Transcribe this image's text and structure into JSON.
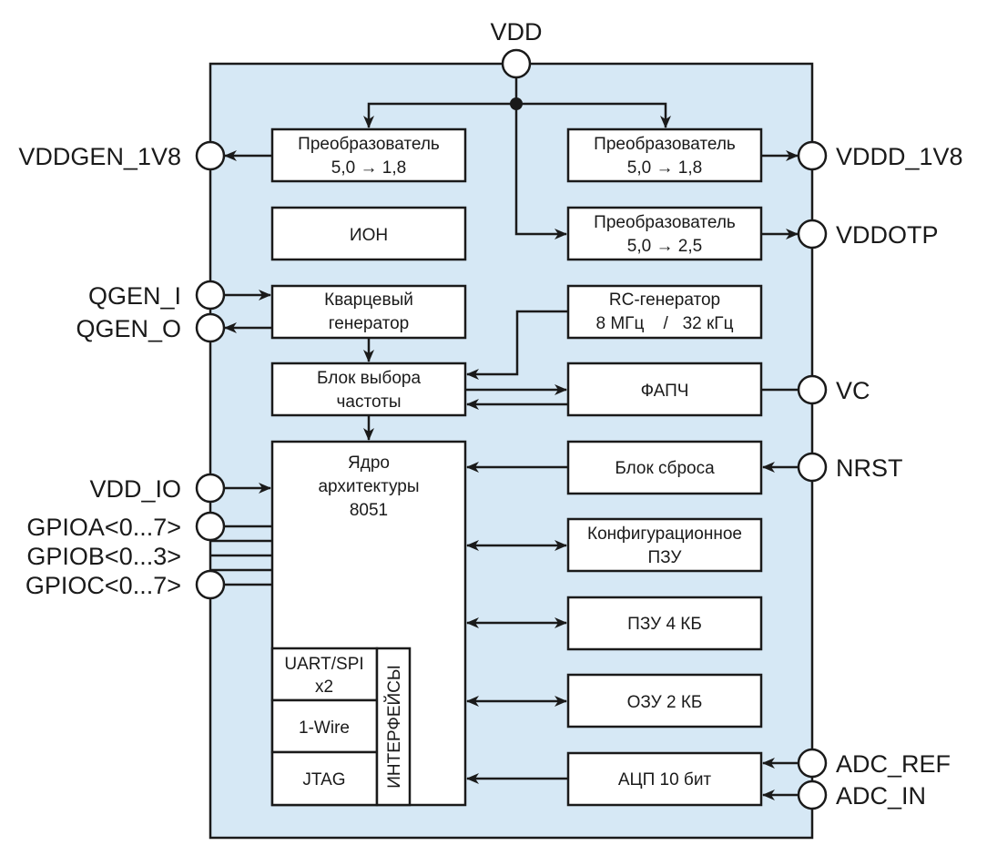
{
  "diagram": {
    "title_pin": "VDD",
    "colors": {
      "chip_fill": "#d6e8f5",
      "block_fill": "#ffffff",
      "line": "#1a1a1a"
    },
    "blocks": {
      "conv_gen": {
        "line1": "Преобразователь",
        "line2": "5,0 → 1,8"
      },
      "ion": {
        "line1": "ИОН"
      },
      "quartz": {
        "line1": "Кварцевый",
        "line2": "генератор"
      },
      "freq_select": {
        "line1": "Блок выбора",
        "line2": "частоты"
      },
      "core": {
        "line1": "Ядро",
        "line2": "архитектуры",
        "line3": "8051"
      },
      "conv_d": {
        "line1": "Преобразователь",
        "line2": "5,0 → 1,8"
      },
      "conv_otp": {
        "line1": "Преобразователь",
        "line2": "5,0 → 2,5"
      },
      "rc_gen": {
        "line1": "RC-генератор",
        "line2": "8 МГц    /   32 кГц"
      },
      "pll": {
        "line1": "ФАПЧ"
      },
      "reset": {
        "line1": "Блок сброса"
      },
      "config_rom": {
        "line1": "Конфигурационное",
        "line2": "ПЗУ"
      },
      "rom": {
        "line1": "ПЗУ 4 КБ"
      },
      "ram": {
        "line1": "ОЗУ 2 КБ"
      },
      "adc": {
        "line1": "АЦП 10 бит"
      }
    },
    "interfaces": {
      "label": "ИНТЕРФЕЙСЫ",
      "items": [
        {
          "line1": "UART/SPI",
          "line2": "x2"
        },
        {
          "line1": "1-Wire"
        },
        {
          "line1": "JTAG"
        }
      ]
    },
    "pins": {
      "vdd": "VDD",
      "vddgen_1v8": "VDDGEN_1V8",
      "qgen_i": "QGEN_I",
      "qgen_o": "QGEN_O",
      "vdd_io": "VDD_IO",
      "gpioa": "GPIOA<0...7>",
      "gpiob": "GPIOB<0...3>",
      "gpioc": "GPIOC<0...7>",
      "vddd_1v8": "VDDD_1V8",
      "vddotp": "VDDOTP",
      "vc": "VC",
      "nrst": "NRST",
      "adc_ref": "ADC_REF",
      "adc_in": "ADC_IN"
    }
  }
}
